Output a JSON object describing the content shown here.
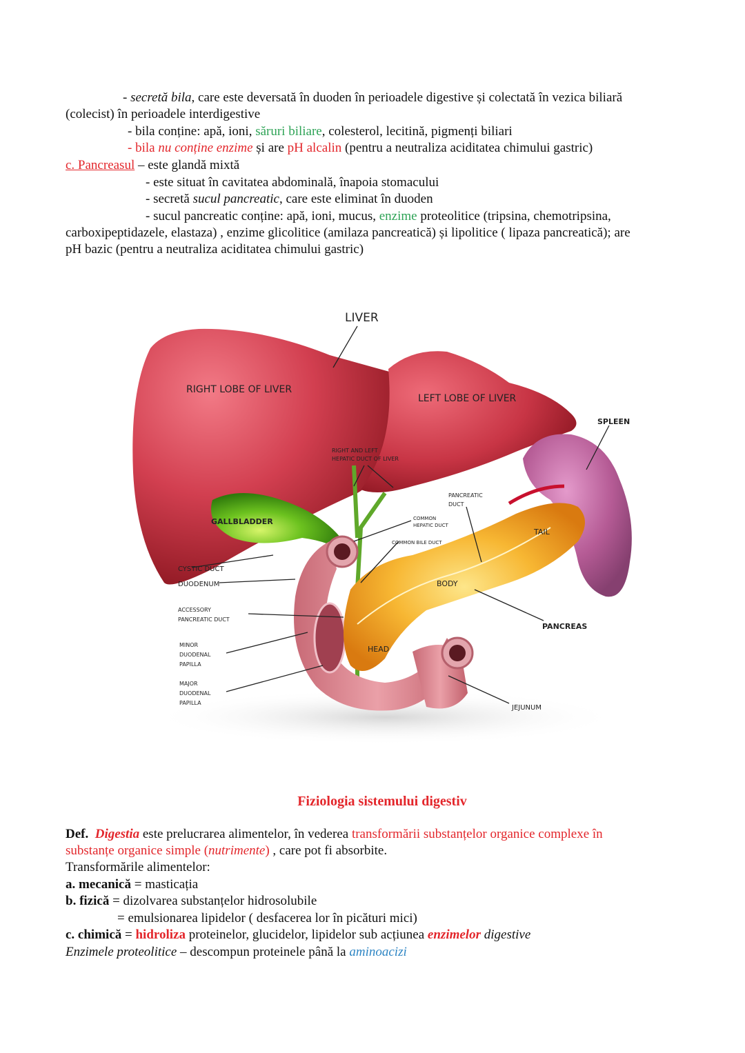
{
  "page": {
    "liver_section": {
      "line1": {
        "dash": "- ",
        "em": "secretă bila",
        "rest": ", care este deversată în duoden în perioadele digestive și colectată în vezica biliară"
      },
      "line2": "(colecist) în perioadele interdigestive",
      "line3": {
        "pre": "- bila conține: apă, ioni, ",
        "green": "săruri biliare",
        "post": ", colesterol, lecitină,  pigmenți biliari"
      },
      "line4": {
        "dash": "- ",
        "red1": "bila ",
        "red_it": "nu conține enzime",
        "mid": " și are ",
        "red2": "pH alcalin",
        "post": " (pentru a neutraliza aciditatea chimului gastric)"
      }
    },
    "pancreas_section": {
      "heading": "c. Pancreasul",
      "heading_rest": " – este glandă mixtă",
      "line1": "- este situat în cavitatea abdominală, înapoia stomacului",
      "line2": {
        "pre": "- secretă ",
        "em": "sucul pancreatic",
        "post": ", care este eliminat în duoden"
      },
      "line3": {
        "pre": "- sucul pancreatic conține: apă, ioni, mucus, ",
        "green": "enzime",
        "post": " proteolitice (tripsina, chemotripsina,"
      },
      "line4": "carboxipeptidazele, elastaza) , enzime glicolitice (amilaza pancreatică) și lipolitice ( lipaza pancreatică); are",
      "line5": "pH bazic  (pentru a neutraliza aciditatea chimului gastric)"
    },
    "figure": {
      "labels": {
        "liver": "LIVER",
        "right_lobe": "RIGHT LOBE OF LIVER",
        "left_lobe": "LEFT LOBE OF LIVER",
        "spleen": "SPLEEN",
        "hepatic_ducts_1": "RIGHT AND LEFT",
        "hepatic_ducts_2": "HEPATIC DUCT OF LIVER",
        "pancreatic_duct_1": "PANCREATIC",
        "pancreatic_duct_2": "DUCT",
        "gallbladder": "GALLBLADDER",
        "common_hepatic_1": "COMMON",
        "common_hepatic_2": "HEPATIC DUCT",
        "common_bile": "COMMON BILE DUCT",
        "tail": "TAIL",
        "cystic_duct": "CYSTIC DUCT",
        "duodenum": "DUODENUM",
        "body": "BODY",
        "accessory_1": "ACCESSORY",
        "accessory_2": "PANCREATIC DUCT",
        "pancreas": "PANCREAS",
        "minor_1": "MINOR",
        "minor_2": "DUODENAL",
        "minor_3": "PAPILLA",
        "head": "HEAD",
        "major_1": "MAJOR",
        "major_2": "DUODENAL",
        "major_3": "PAPILLA",
        "jejunum": "JEJUNUM"
      }
    },
    "physiology_section": {
      "title": "Fiziologia sistemului digestiv",
      "def": {
        "label": "Def.",
        "term": "Digestia",
        "mid": " este prelucrarea alimentelor, în vederea ",
        "red": "transformării substanțelor organice complexe în"
      },
      "def2": {
        "red1": "substanțe organice simple (",
        "red_it": "nutrimente",
        "red2": ")",
        "post": " , care pot fi absorbite."
      },
      "transform_title": "Transformările alimentelor:",
      "a": {
        "label": "a. mecanică",
        "post": " = masticația"
      },
      "b": {
        "label": "b. fizică",
        "post": " = dizolvarea substanțelor hidrosolubile"
      },
      "b2": "= emulsionarea lipidelor ( desfacerea lor în picături mici)",
      "c": {
        "label": "c. chimică",
        "eq": " = ",
        "red": "hidroliza",
        "mid": " proteinelor, glucidelor, lipidelor sub acțiunea ",
        "red_it": "enzimelor",
        "post_it": " digestive"
      },
      "enz": {
        "it": "Enzimele proteolitice",
        "mid": " – descompun proteinele până la ",
        "blue": "aminoacizi"
      }
    }
  }
}
